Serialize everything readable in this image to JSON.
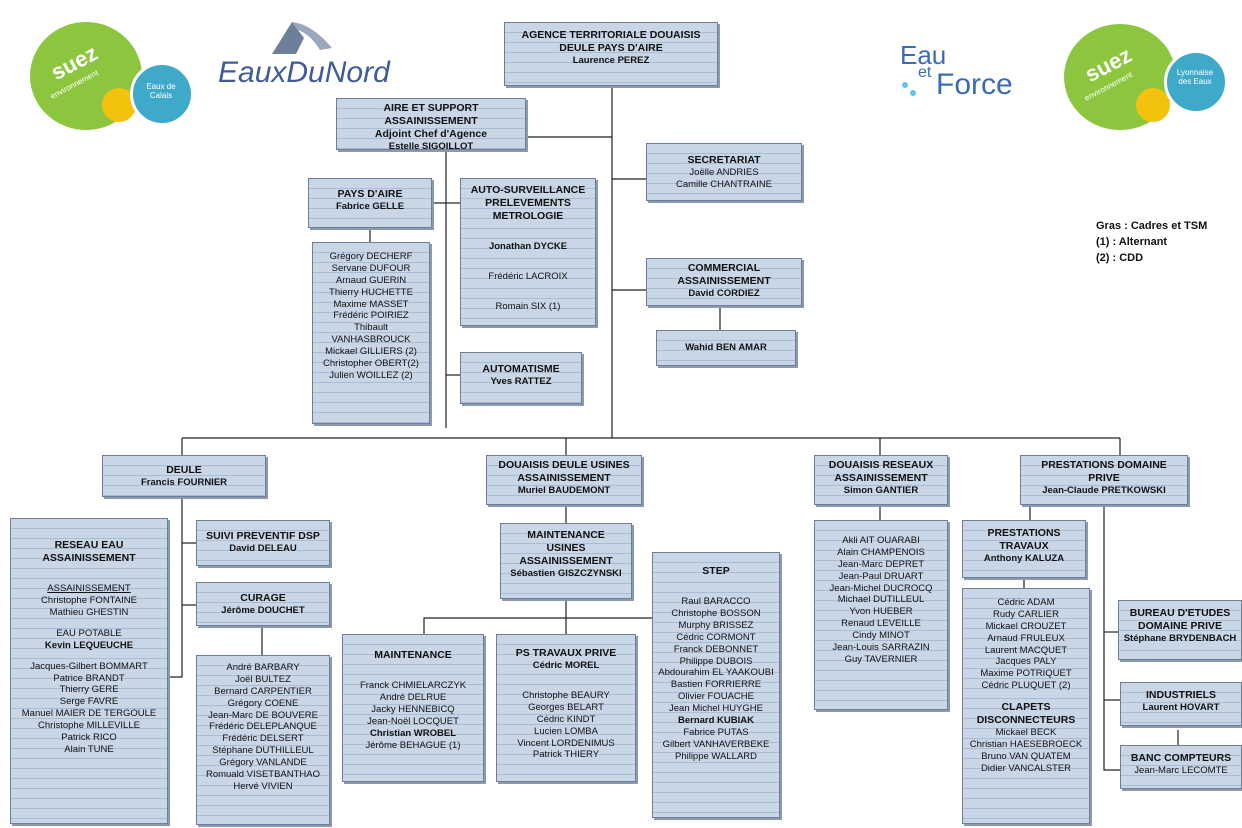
{
  "logos": {
    "suez_left": {
      "brand": "suez",
      "sub": "environnement",
      "badge": "Eaux de Calais"
    },
    "eauxdunord": "EauxDuNord",
    "eauetforce": {
      "line1": "Eau",
      "line2": "et",
      "line3": "Force"
    },
    "suez_right": {
      "brand": "suez",
      "sub": "environnement",
      "badge": "Lyonnaise des Eaux"
    }
  },
  "legend": [
    "Gras : Cadres et TSM",
    "(1) : Alternant",
    "(2) : CDD"
  ],
  "colors": {
    "box_fill": "#c9d6e6",
    "box_border": "#6d7e96",
    "suez_green": "#8cc63f",
    "lyonnaise_blue": "#3fa9c9"
  },
  "org": {
    "root": {
      "t1": "AGENCE TERRITORIALE DOUAISIS",
      "t2": "DEULE PAYS D'AIRE",
      "name": "Laurence PEREZ"
    },
    "aire": {
      "t1": "AIRE ET SUPPORT ASSAINISSEMENT",
      "role": "Adjoint Chef d'Agence",
      "name": "Estelle SIGOILLOT"
    },
    "secretariat": {
      "t1": "SECRETARIAT",
      "p1": "Joëlle ANDRIES",
      "p2": "Camille CHANTRAINE"
    },
    "commercial": {
      "t1": "COMMERCIAL",
      "t2": "ASSAINISSEMENT",
      "name": "David CORDIEZ"
    },
    "wahid": {
      "name": "Wahid BEN AMAR"
    },
    "pays_aire": {
      "t1": "PAYS D'AIRE",
      "name": "Fabrice GELLE"
    },
    "pays_aire_staff": [
      "Grégory DECHERF",
      "Servane DUFOUR",
      "Arnaud GUERIN",
      "Thierry HUCHETTE",
      "Maxime MASSET",
      "Frédéric POIRIEZ",
      "Thibault",
      "VANHASBROUCK",
      "Mickael GILLIERS (2)",
      "Christopher OBERT(2)",
      "Julien WOILLEZ (2)"
    ],
    "auto_surv": {
      "t1": "AUTO-SURVEILLANCE",
      "t2": "PRELEVEMENTS",
      "t3": "METROLOGIE",
      "lead": "Jonathan DYCKE",
      "p1": "Frédéric LACROIX",
      "p2": "Romain SIX (1)"
    },
    "automatisme": {
      "t1": "AUTOMATISME",
      "name": "Yves RATTEZ"
    },
    "deule": {
      "t1": "DEULE",
      "name": "Francis FOURNIER"
    },
    "usines": {
      "t1": "DOUAISIS DEULE USINES",
      "t2": "ASSAINISSEMENT",
      "name": "Muriel BAUDEMONT"
    },
    "reseaux": {
      "t1": "DOUAISIS RESEAUX",
      "t2": "ASSAINISSEMENT",
      "name": "Simon GANTIER"
    },
    "prestations": {
      "t1": "PRESTATIONS DOMAINE",
      "t2": "PRIVE",
      "name": "Jean-Claude PRETKOWSKI"
    },
    "reseau_eau": {
      "t1": "RESEAU EAU",
      "t2": "ASSAINISSEMENT",
      "h1": "ASSAINISSEMENT",
      "a1": "Christophe FONTAINE",
      "a2": "Mathieu GHESTIN",
      "h2": "EAU POTABLE",
      "lead2": "Kevin LEQUEUCHE",
      "staff": [
        "Jacques-Gilbert BOMMART",
        "Patrice BRANDT",
        "Thierry GERE",
        "Serge FAVRE",
        "Manuel MAIER DE TERGOULE",
        "Christophe MILLEVILLE",
        "Patrick RICO",
        "Alain TUNE"
      ]
    },
    "suivi": {
      "t1": "SUIVI PREVENTIF DSP",
      "name": "David DELEAU"
    },
    "curage": {
      "t1": "CURAGE",
      "name": "Jérôme DOUCHET"
    },
    "curage_staff": [
      "André BARBARY",
      "Joël BULTEZ",
      "Bernard CARPENTIER",
      "Grégory COENE",
      "Jean-Marc DE BOUVERE",
      "Frédéric DELEPLANQUE",
      "Frédéric DELSERT",
      "Stéphane DUTHILLEUL",
      "Grégory VANLANDE",
      "Romuald VISETBANTHAO",
      "Hervé VIVIEN"
    ],
    "maint_usines": {
      "t1": "MAINTENANCE",
      "t2": "USINES",
      "t3": "ASSAINISSEMENT",
      "name": "Sébastien GISZCZYNSKI"
    },
    "maintenance": {
      "t1": "MAINTENANCE",
      "staff": [
        "Franck CHMIELARCZYK",
        "André DELRUE",
        "Jacky HENNEBICQ",
        "Jean-Noël LOCQUET"
      ],
      "bold": "Christian WROBEL",
      "last": "Jérôme BEHAGUE (1)"
    },
    "ps_travaux": {
      "t1": "PS TRAVAUX PRIVE",
      "name": "Cédric MOREL",
      "staff": [
        "Christophe BEAURY",
        "Georges BELART",
        "Cédric KINDT",
        "Lucien LOMBA",
        "Vincent LORDENIMUS",
        "Patrick THIERY"
      ]
    },
    "step": {
      "t1": "STEP",
      "staff1": [
        "Raul BARACCO",
        "Christophe BOSSON",
        "Murphy BRISSEZ",
        "Cédric CORMONT",
        "Franck DEBONNET",
        "Philippe DUBOIS",
        "Abdourahim EL YAAKOUBI",
        "Bastien FORRIERRE",
        "Olivier FOUACHE",
        "Jean Michel HUYGHE"
      ],
      "bold": "Bernard KUBIAK",
      "staff2": [
        "Fabrice PUTAS",
        "Gilbert VANHAVERBEKE",
        "Philippe WALLARD"
      ]
    },
    "reseaux_staff": [
      "Akli AIT OUARABI",
      "Alain CHAMPENOIS",
      "Jean-Marc DEPRET",
      "Jean-Paul DRUART",
      "Jean-Michel DUCROCQ",
      "Michael DUTILLEUL",
      "Yvon HUEBER",
      "Renaud LEVEILLE",
      "Cindy MINOT",
      "Jean-Louis SARRAZIN",
      "Guy TAVERNIER"
    ],
    "prest_travaux": {
      "t1": "PRESTATIONS",
      "t2": "TRAVAUX",
      "name": "Anthony KALUZA"
    },
    "prest_staff": {
      "list": [
        "Cédric ADAM",
        "Rudy CARLIER",
        "Mickael CROUZET",
        "Arnaud FRULEUX",
        "Laurent MACQUET",
        "Jacques PALY",
        "Maxime POTRIQUET",
        "Cédric PLUQUET (2)"
      ],
      "h1": "CLAPETS",
      "h2": "DISCONNECTEURS",
      "list2": [
        "Mickael BECK",
        "Christian HAESEBROECK",
        "Bruno VAN QUATEM",
        "Didier VANCALSTER"
      ]
    },
    "bureau": {
      "t1": "BUREAU D'ETUDES",
      "t2": "DOMAINE PRIVE",
      "name": "Stéphane BRYDENBACH"
    },
    "industriels": {
      "t1": "INDUSTRIELS",
      "name": "Laurent HOVART"
    },
    "banc": {
      "t1": "BANC COMPTEURS",
      "name": "Jean-Marc LECOMTE"
    }
  }
}
